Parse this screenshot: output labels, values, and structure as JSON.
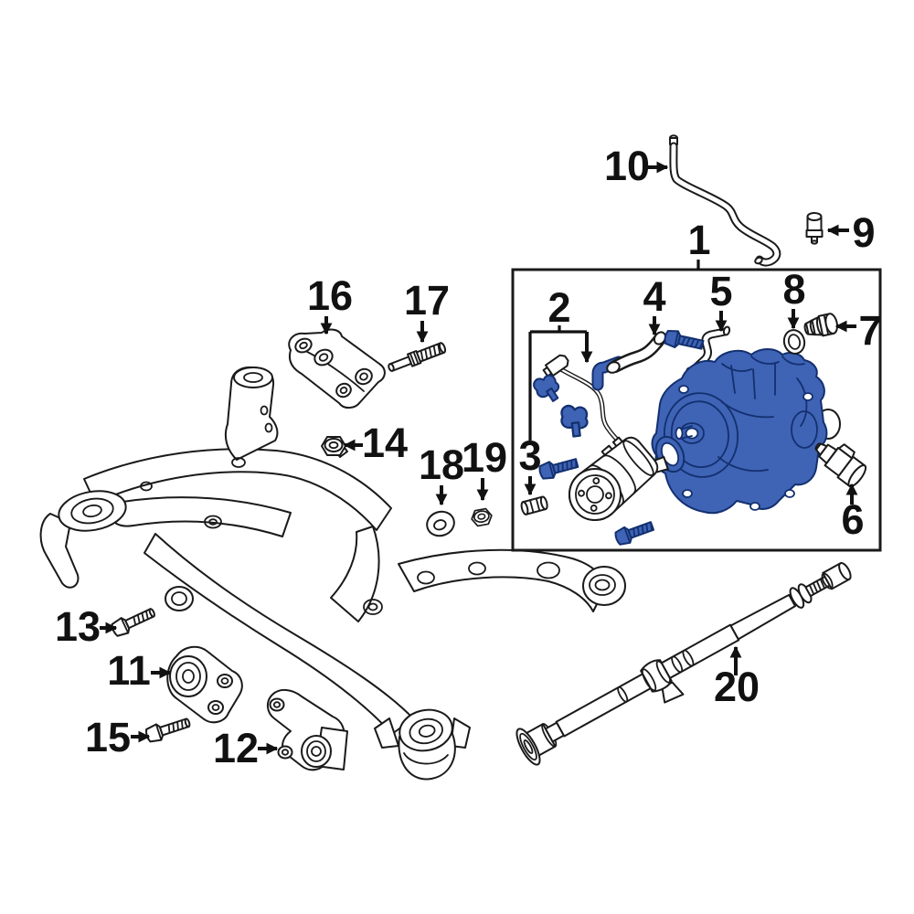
{
  "diagram": {
    "kind": "exploded-parts-diagram",
    "subject": "rear-differential-and-mounting",
    "background_color": "#ffffff",
    "line_color": "#1a1a1a",
    "highlight_color": "#3f63b5"
  },
  "callouts": {
    "c1": {
      "number": "1",
      "part": "differential-assembly-box"
    },
    "c2": {
      "number": "2",
      "part": "coupling-wiring-harness"
    },
    "c3": {
      "number": "3",
      "part": "pin"
    },
    "c4": {
      "number": "4",
      "part": "breather-hose"
    },
    "c5": {
      "number": "5",
      "part": "metal-pipe"
    },
    "c6": {
      "number": "6",
      "part": "sensor"
    },
    "c7": {
      "number": "7",
      "part": "plug"
    },
    "c8": {
      "number": "8",
      "part": "o-ring"
    },
    "c9": {
      "number": "9",
      "part": "breather-valve"
    },
    "c10": {
      "number": "10",
      "part": "vent-tube"
    },
    "c11": {
      "number": "11",
      "part": "mount-bracket-front"
    },
    "c12": {
      "number": "12",
      "part": "mount-bracket-rear"
    },
    "c13": {
      "number": "13",
      "part": "bolt"
    },
    "c14": {
      "number": "14",
      "part": "nut"
    },
    "c15": {
      "number": "15",
      "part": "bolt"
    },
    "c16": {
      "number": "16",
      "part": "upper-bracket"
    },
    "c17": {
      "number": "17",
      "part": "stud-bolt"
    },
    "c18": {
      "number": "18",
      "part": "washer"
    },
    "c19": {
      "number": "19",
      "part": "nut"
    },
    "c20": {
      "number": "20",
      "part": "propeller-shaft"
    }
  }
}
